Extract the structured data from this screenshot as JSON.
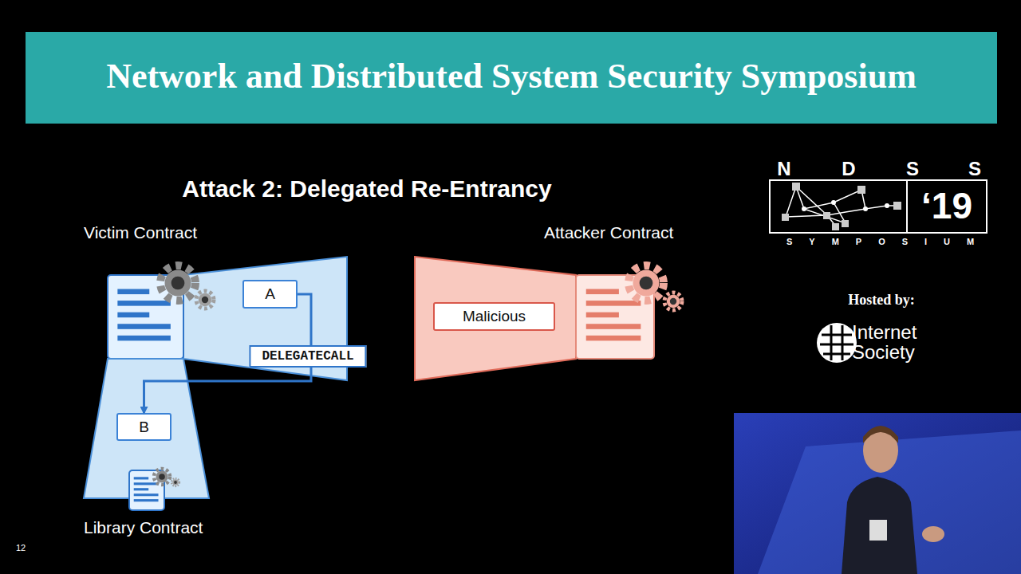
{
  "diagram": {
    "title": "Attack 2: Delegated Re-Entrancy",
    "nodes": [
      {
        "text": [
          "Victim Contract"
        ]
      },
      {
        "text": [
          "A"
        ],
        "in": 0
      },
      {
        "text": [
          "Library Contract"
        ]
      },
      {
        "text": [
          "B"
        ],
        "in": 2
      },
      {
        "text": [
          "Attacker Contract"
        ]
      },
      {
        "text": [
          "Malicious"
        ],
        "in": 4
      }
    ],
    "edges": [
      {
        "from": 1,
        "to": 3,
        "label": "DELEGATECALL",
        "arrow": "to"
      }
    ],
    "labels": [
      "Network and Distributed System Security Symposium",
      "N",
      "D",
      "S",
      "S",
      "‘19",
      "SYMPOSIUM",
      "Hosted by:",
      "Internet Society",
      "12"
    ]
  }
}
